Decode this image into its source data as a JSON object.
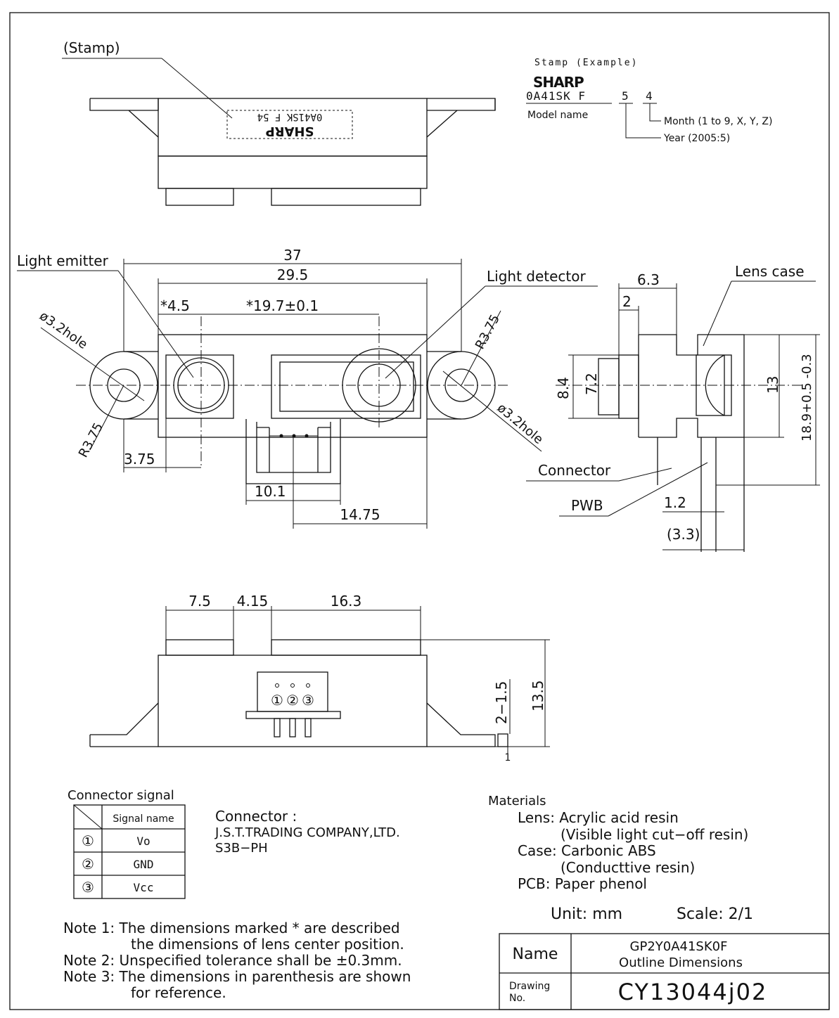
{
  "stamp_view": {
    "label": "(Stamp)",
    "stamp_line1": "SHARP",
    "stamp_line2": "0A41SK F 54"
  },
  "stamp_example": {
    "title": "Stamp (Example)",
    "logo": "SHARP",
    "code": "0A41SK F",
    "year_digit": "5",
    "month_digit": "4",
    "model_name": "Model name",
    "month_note": "Month (1 to 9, X, Y, Z)",
    "year_note": "Year (2005:5)"
  },
  "front_view": {
    "light_emitter": "Light emitter",
    "light_detector": "Light detector",
    "dim_37": "37",
    "dim_29_5": "29.5",
    "dim_4_5": "*4.5",
    "dim_19_7": "*19.7±0.1",
    "hole_left": "ø3.2hole",
    "hole_right": "ø3.2hole",
    "r_left": "R3.75",
    "r_right": "R3.75",
    "dim_3_75": "3.75",
    "dim_10_1": "10.1",
    "dim_14_75": "14.75"
  },
  "side_view": {
    "lens_case": "Lens case",
    "dim_6_3": "6.3",
    "dim_2": "2",
    "dim_8_4": "8.4",
    "dim_7_2": "7.2",
    "dim_13": "13",
    "dim_18_9": "18.9+0.5 -0.3",
    "connector": "Connector",
    "pwb": "PWB",
    "dim_1_2": "1.2",
    "dim_3_3": "(3.3)"
  },
  "bottom_view": {
    "dim_7_5": "7.5",
    "dim_4_15": "4.15",
    "dim_16_3": "16.3",
    "dim_13_5": "13.5",
    "dim_2_1_5": "2−1.5",
    "dim_1": "1",
    "pins": [
      "①",
      "②",
      "③"
    ]
  },
  "connector_signal": {
    "title": "Connector signal",
    "header": "Signal name",
    "rows": [
      {
        "pin": "①",
        "name": "Vo"
      },
      {
        "pin": "②",
        "name": "GND"
      },
      {
        "pin": "③",
        "name": "Vcc"
      }
    ]
  },
  "connector_info": {
    "line1": "Connector :",
    "line2": "J.S.T.TRADING COMPANY,LTD.",
    "line3": "S3B−PH"
  },
  "materials": {
    "title": "Materials",
    "lens": "Lens: Acrylic acid resin",
    "lens_note": "(Visible light cut−off resin)",
    "case": "Case: Carbonic ABS",
    "case_note": "(Conducttive resin)",
    "pcb": "PCB: Paper phenol"
  },
  "unit_scale": {
    "unit": "Unit: mm",
    "scale": "Scale: 2/1"
  },
  "notes": [
    "Note 1: The dimensions marked * are described",
    "the dimensions of lens center position.",
    "Note 2: Unspecified tolerance shall be ±0.3mm.",
    "Note 3: The dimensions in parenthesis are shown",
    "for reference."
  ],
  "title_block": {
    "name_label": "Name",
    "name_value_1": "GP2Y0A41SK0F",
    "name_value_2": "Outline Dimensions",
    "drawing_label_1": "Drawing",
    "drawing_label_2": "No.",
    "drawing_no": "CY13044j02"
  }
}
